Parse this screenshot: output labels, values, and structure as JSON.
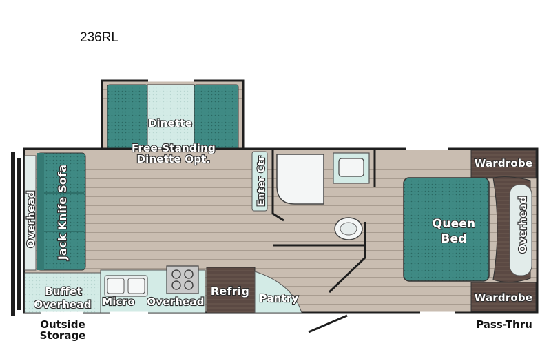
{
  "model": "236RL",
  "labels": {
    "dinette": "Dinette",
    "free_standing_1": "Free-Standing",
    "free_standing_2": "Dinette Opt.",
    "enter_ctr": "Enter Ctr",
    "overhead_left": "Overhead",
    "jack_knife_sofa": "Jack Knife Sofa",
    "queen_bed_1": "Queen",
    "queen_bed_2": "Bed",
    "overhead_right": "Overhead",
    "wardrobe_top": "Wardrobe",
    "wardrobe_bottom": "Wardrobe",
    "buffet": "Buffet",
    "buffet_overhead": "Overhead",
    "micro": "Micro",
    "kitchen_overhead": "Overhead",
    "refrig": "Refrig",
    "pantry": "Pantry",
    "outside_storage_1": "Outside",
    "outside_storage_2": "Storage",
    "pass_thru": "Pass-Thru"
  },
  "colors": {
    "floor": "#c9bdb1",
    "plank_line": "#a89c90",
    "teal": "#3f8a84",
    "teal_light": "#d3ebe6",
    "wall": "#1e1e1e",
    "wood": "#5b4943"
  }
}
